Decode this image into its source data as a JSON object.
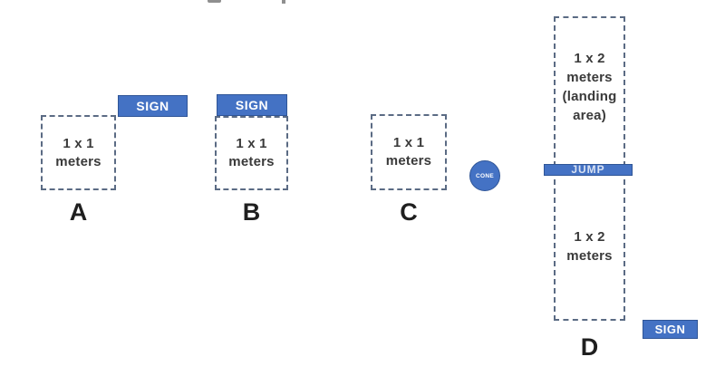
{
  "colors": {
    "accent_blue": "#4472c4",
    "accent_blue_border": "#2f5597",
    "dash_gray": "#5b6b84",
    "text_dark": "#3a3a3a",
    "letter_black": "#1f1f1f",
    "jump_text": "#d9e2f2"
  },
  "stations": {
    "a": {
      "letter": "A",
      "box_line1": "1 x 1",
      "box_line2": "meters",
      "sign": "SIGN"
    },
    "b": {
      "letter": "B",
      "box_line1": "1 x 1",
      "box_line2": "meters",
      "sign": "SIGN"
    },
    "c": {
      "letter": "C",
      "box_line1": "1 x 1",
      "box_line2": "meters",
      "cone": "CONE"
    },
    "d": {
      "letter": "D",
      "landing_lines": [
        "1 x 2",
        "meters",
        "(landing",
        "area)"
      ],
      "bottom_line1": "1 x 2",
      "bottom_line2": "meters",
      "jump": "JUMP",
      "sign": "SIGN"
    }
  }
}
